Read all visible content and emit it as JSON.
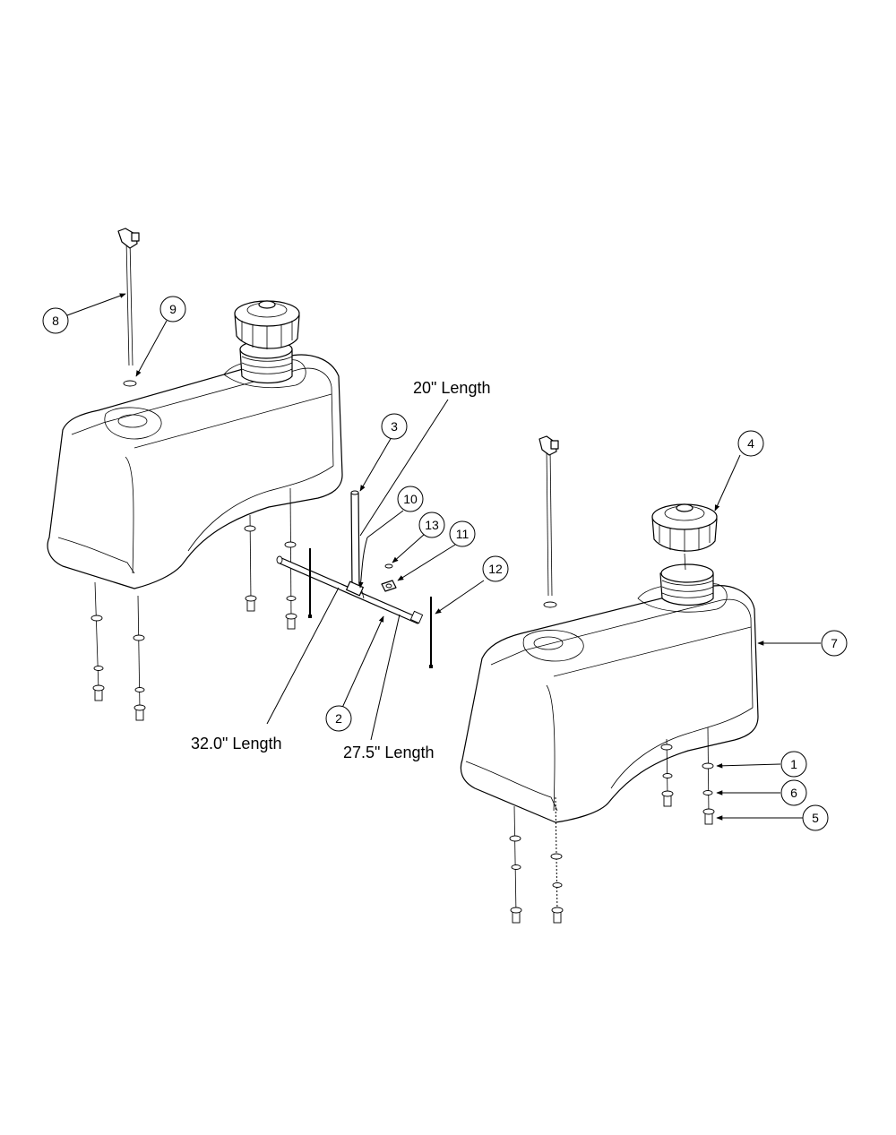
{
  "dimensions": {
    "hose_20": "20\" Length",
    "hose_32": "32.0\" Length",
    "hose_27": "27.5\" Length"
  },
  "callouts": [
    "1",
    "2",
    "3",
    "4",
    "5",
    "6",
    "7",
    "8",
    "9",
    "10",
    "11",
    "12",
    "13"
  ]
}
